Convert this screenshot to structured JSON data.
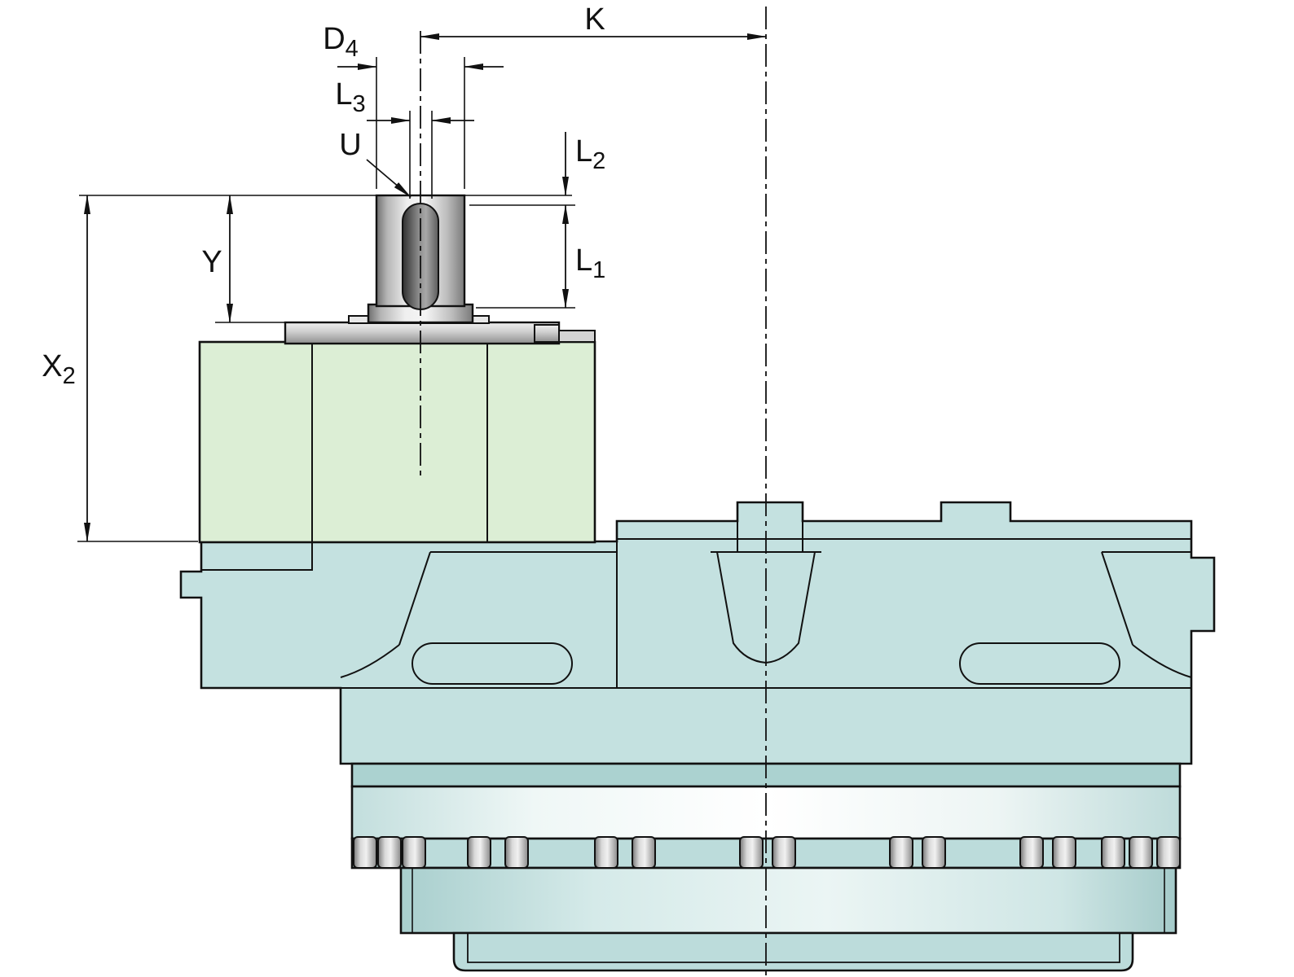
{
  "labels": {
    "k": "K",
    "d4_base": "D",
    "d4_sub": "4",
    "l3_base": "L",
    "l3_sub": "3",
    "u": "U",
    "l2_base": "L",
    "l2_sub": "2",
    "l1_base": "L",
    "l1_sub": "1",
    "y": "Y",
    "x2_base": "X",
    "x2_sub": "2"
  },
  "colors": {
    "housing": "#c4e1e0",
    "housing_band_dark": "#abd2d0",
    "housing_strip": "#bcdcdb",
    "motor": "#dceed5",
    "outline": "#111111"
  }
}
